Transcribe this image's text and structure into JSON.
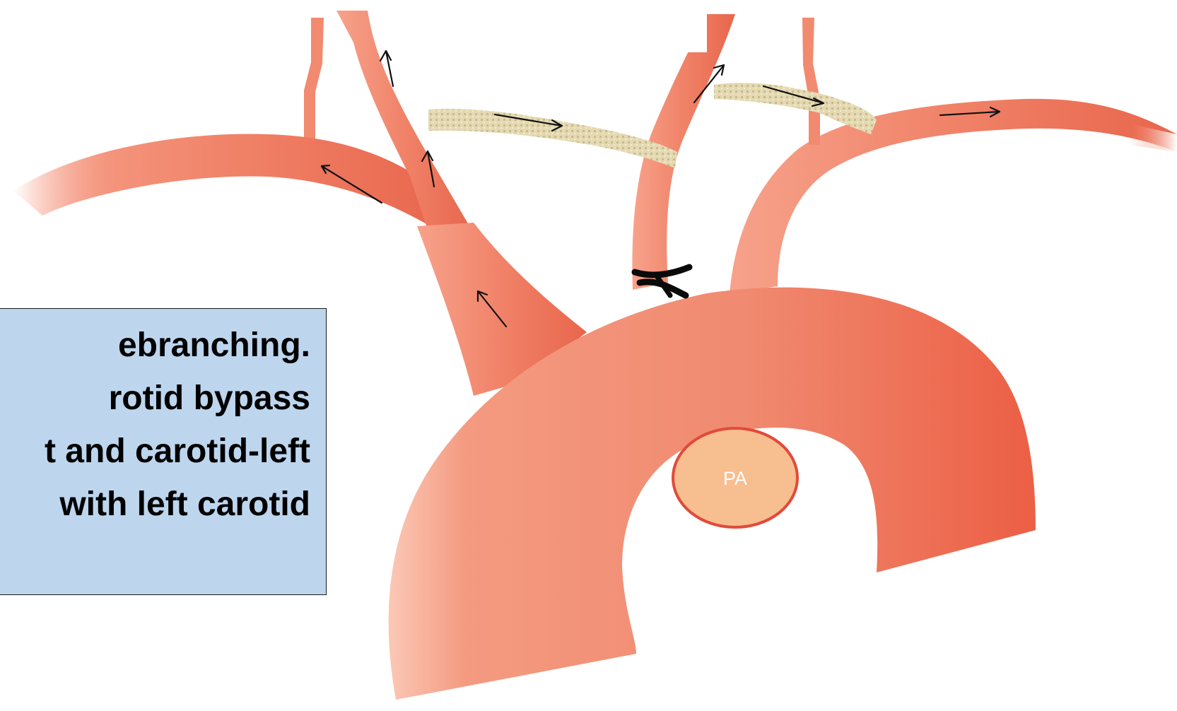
{
  "caption": {
    "lines": [
      "ebranching.",
      "rotid bypass",
      "t and carotid-left",
      " with left carotid"
    ]
  },
  "labels": {
    "pulmonary_artery": "PA"
  },
  "colors": {
    "vessel": "#ef8068",
    "vessel_dark": "#e8583e",
    "vessel_light": "#f9b9a6",
    "graft": "#e2d6ae",
    "pa_fill": "#f7be90",
    "pa_border": "#e24a3a",
    "caption_bg": "#bdd6ee"
  }
}
